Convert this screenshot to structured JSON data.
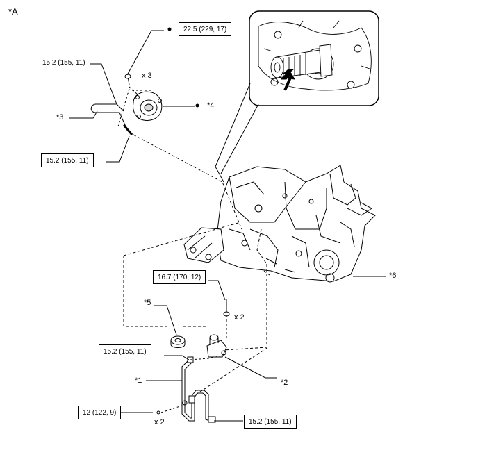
{
  "view_label": "*A",
  "parts": {
    "p1": "*1",
    "p2": "*2",
    "p3": "*3",
    "p4": "*4",
    "p5": "*5",
    "p6": "*6"
  },
  "torques": {
    "t_bleeder": "22.5 (229, 17)",
    "t_line_upper": "15.2 (155, 11)",
    "t_line_lower": "15.2 (155, 11)",
    "t_bracket": "16.7 (170, 12)",
    "t_pipe_left": "15.2 (155, 11)",
    "t_clamp": "12 (122, 9)",
    "t_pipe_right": "15.2 (155, 11)"
  },
  "quantities": {
    "q_bolt_top": "x 3",
    "q_bolt_mid": "x 2",
    "q_bolt_low": "x 2"
  },
  "arrow_icon": "arrow-up-left-icon",
  "colors": {
    "line": "#000000",
    "fill": "#ffffff",
    "shade": "#d8d8d8"
  }
}
